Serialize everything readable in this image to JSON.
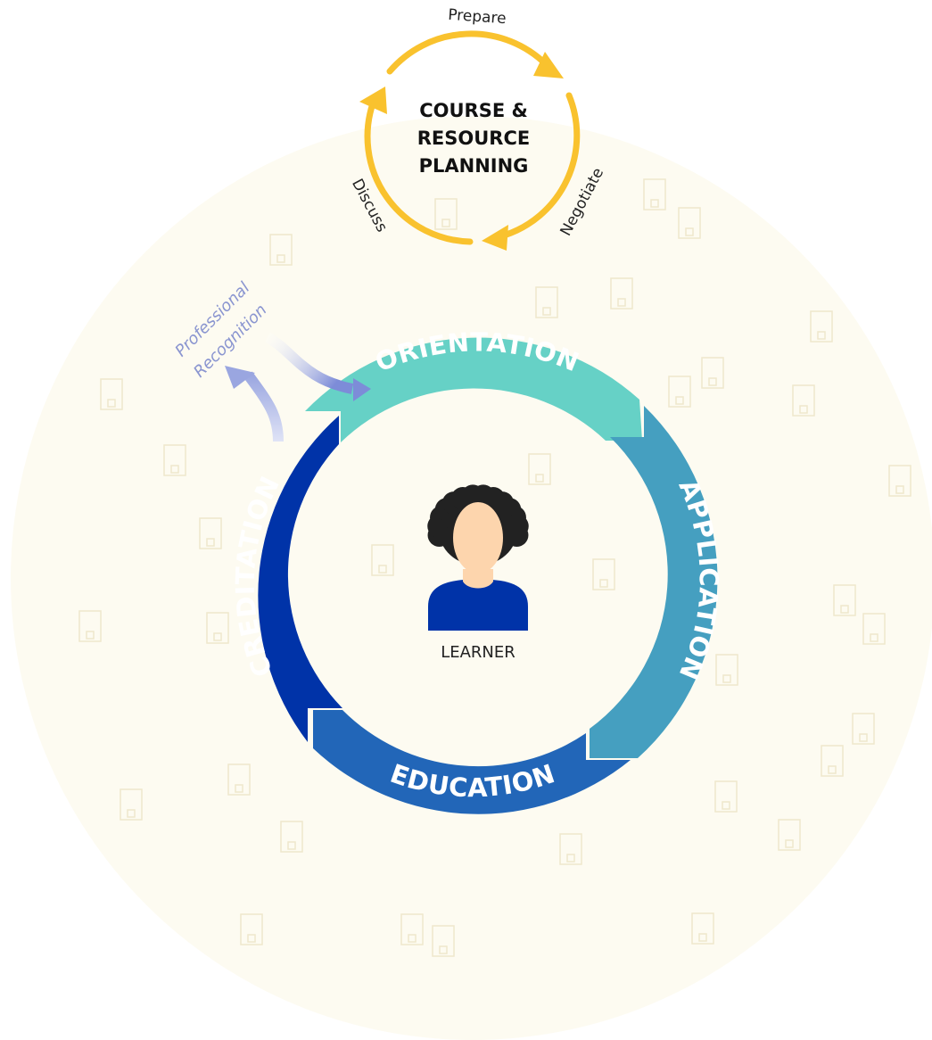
{
  "planning": {
    "title_lines": [
      "COURSE &",
      "RESOURCE",
      "PLANNING"
    ],
    "steps": [
      "Prepare",
      "Negotiate",
      "Discuss"
    ],
    "color": "#f9c22e"
  },
  "cycle": {
    "segments": [
      {
        "id": "orientation",
        "label": "ORIENTATION",
        "color": "#66d1c6"
      },
      {
        "id": "application",
        "label": "APPLICATION",
        "color": "#459fc0"
      },
      {
        "id": "education",
        "label": "EDUCATION",
        "color": "#2266b8"
      },
      {
        "id": "creditation",
        "label": "CREDITATION",
        "color": "#0033a8"
      }
    ]
  },
  "professional_recognition": {
    "lines": [
      "Professional",
      "Recognition"
    ],
    "color": "#8a95d0"
  },
  "learner": {
    "label": "LEARNER",
    "shirt_color": "#0033a8",
    "hair_color": "#222222",
    "skin_color": "#fdd5ad"
  },
  "background": {
    "fill": "#fdfbf1",
    "icon_color": "#efe8cc"
  }
}
